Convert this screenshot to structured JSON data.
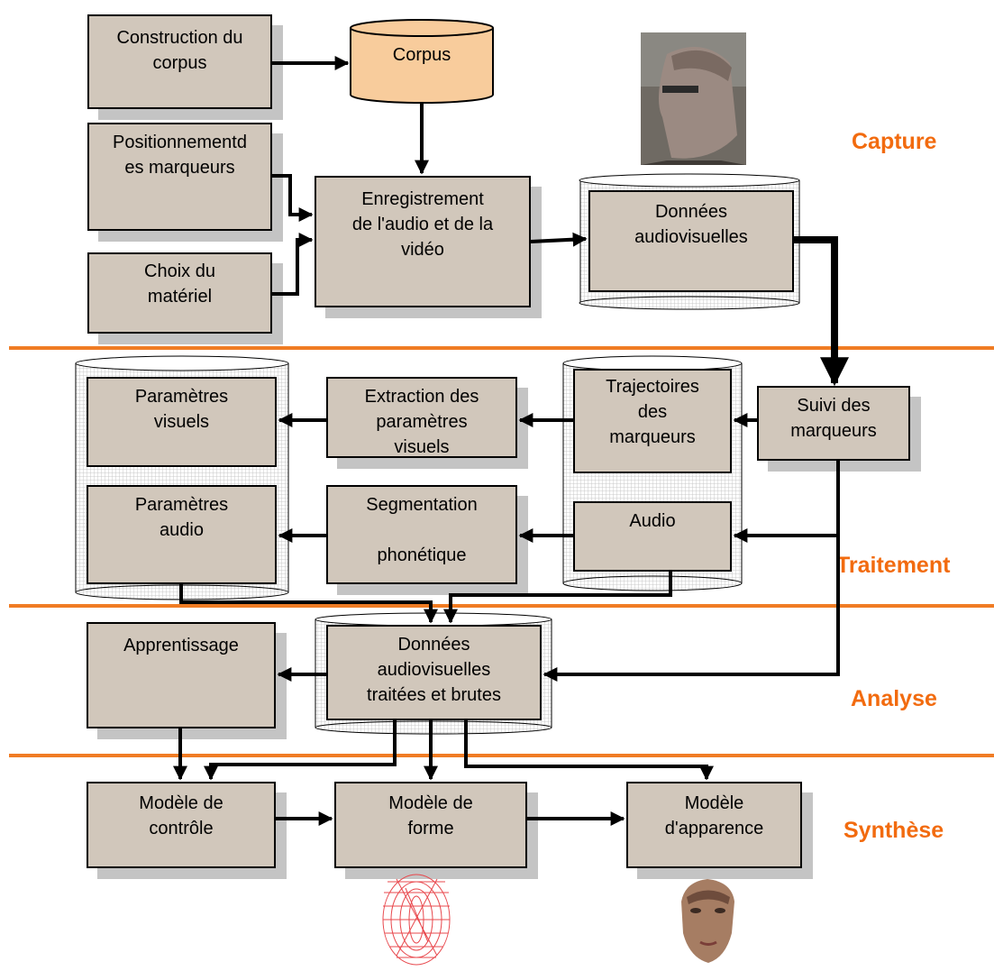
{
  "phases": {
    "capture": "Capture",
    "traitement": "Traitement",
    "analyse": "Analyse",
    "synthese": "Synthèse"
  },
  "boxes": {
    "construction": "Construction du\ncorpus",
    "corpus": "Corpus",
    "positionnement": "Positionnementd\nes marqueurs",
    "choix": "Choix du\nmatériel",
    "enregistrement": "Enregistrement\nde l'audio et de la\nvidéo",
    "donnees_av": "Données\naudiovisuelles",
    "suivi": "Suivi des\nmarqueurs",
    "trajectoires": "Trajectoires\ndes\nmarqueurs",
    "audio": "Audio",
    "extraction": "Extraction des\nparamètres\nvisuels",
    "segmentation": "Segmentation\n\nphonétique",
    "param_visuels": "Paramètres\nvisuels",
    "param_audio": "Paramètres\naudio",
    "donnees_traitees": "Données\naudiovisuelles\ntraitées et brutes",
    "apprentissage": "Apprentissage",
    "modele_controle": "Modèle de\ncontrôle",
    "modele_forme": "Modèle de\nforme",
    "modele_apparence": "Modèle\nd'apparence"
  },
  "colors": {
    "box_fill": "#d1c7bb",
    "corpus_fill": "#f8cc9c",
    "phase_text": "#f26b0f",
    "separator": "#f07c24"
  }
}
